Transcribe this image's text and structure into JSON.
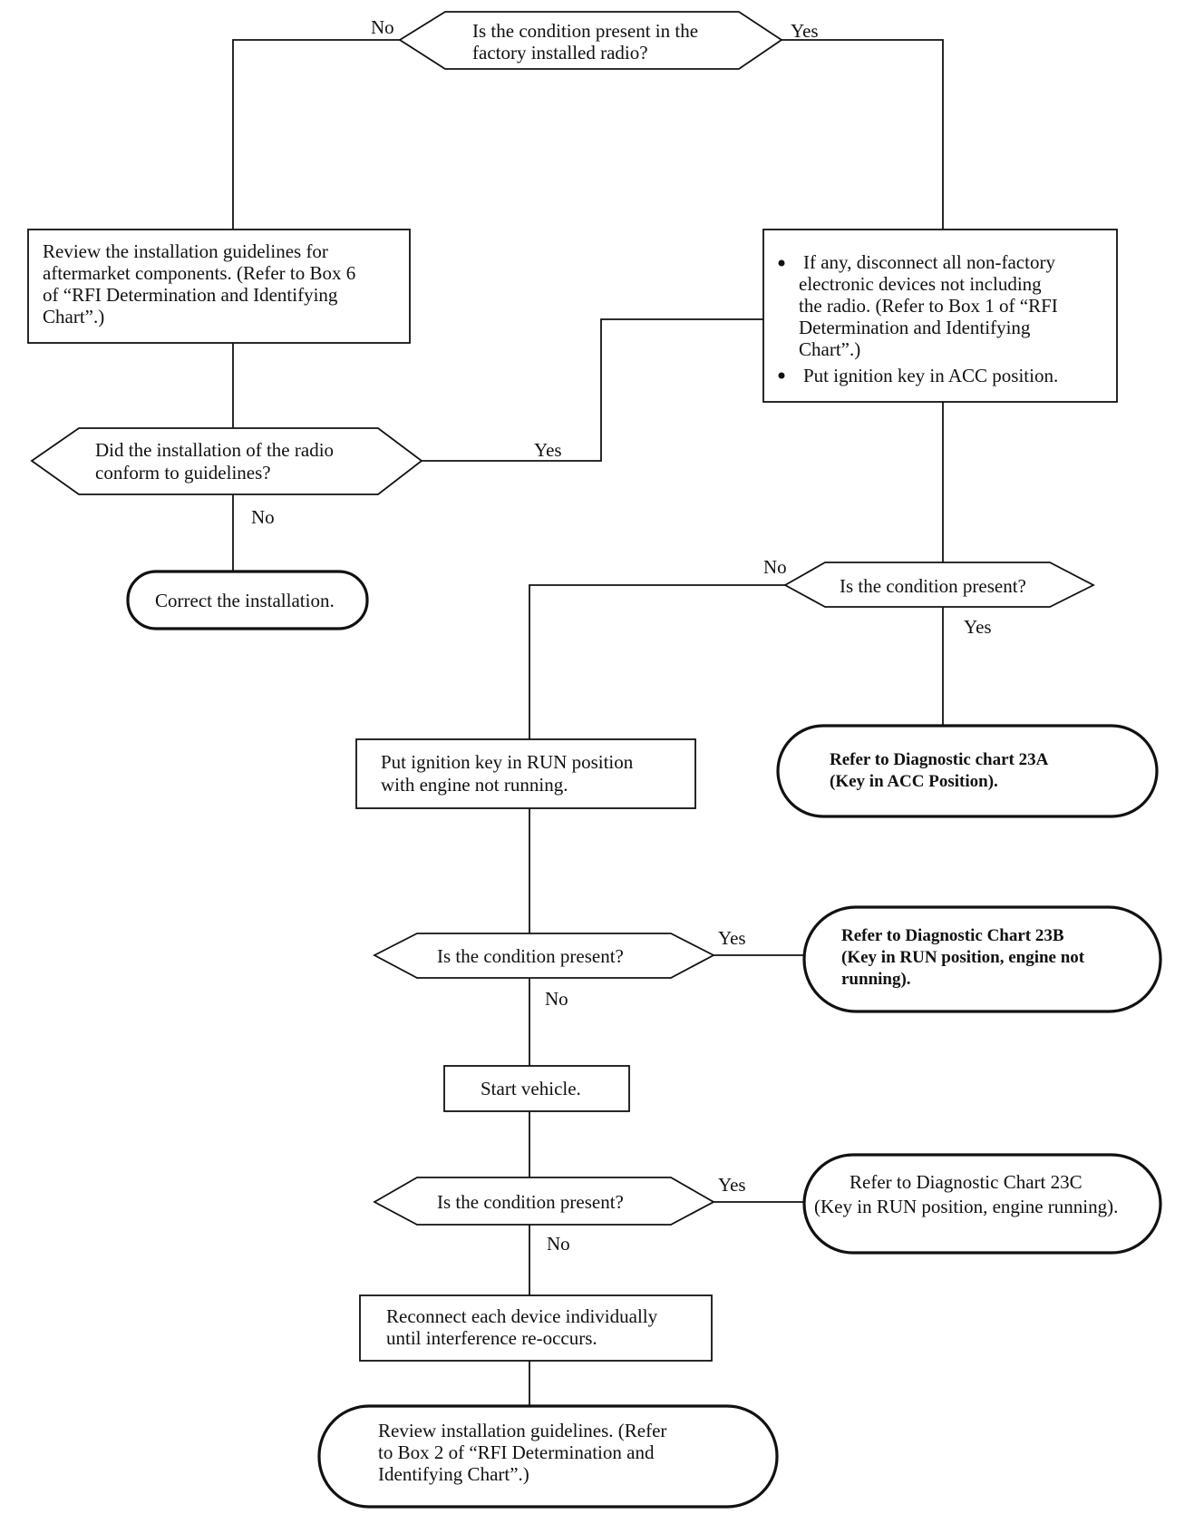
{
  "decisions": {
    "factory_radio": [
      "Is the condition present in the",
      "factory installed radio?"
    ],
    "conform": [
      "Did the installation of the radio",
      "conform to guidelines?"
    ],
    "present_acc": "Is the condition present?",
    "present_run": "Is the condition present?",
    "present_start": "Is the condition present?"
  },
  "labels": {
    "factory_no": "No",
    "factory_yes": "Yes",
    "conform_yes": "Yes",
    "conform_no": "No",
    "acc_no": "No",
    "acc_yes": "Yes",
    "run_yes": "Yes",
    "run_no": "No",
    "start_yes": "Yes",
    "start_no": "No"
  },
  "boxes": {
    "review_aftermarket": [
      "Review the installation guidelines for",
      "aftermarket components. (Refer to Box 6",
      "of “RFI Determination and Identifying",
      "Chart”.)"
    ],
    "disconnect": {
      "bullet1": [
        "If any, disconnect all non-factory",
        "electronic devices not including",
        "the radio. (Refer to Box 1 of “RFI",
        "Determination and Identifying",
        "Chart”.)"
      ],
      "bullet2": "Put ignition key in ACC position."
    },
    "key_run": [
      "Put ignition key in RUN position",
      "with engine not running."
    ],
    "start_vehicle": "Start vehicle.",
    "reconnect": [
      "Reconnect each device individually",
      "until interference re-occurs."
    ]
  },
  "terminals": {
    "correct_install": "Correct the installation.",
    "chart_23a": [
      "Refer to Diagnostic chart 23A",
      "(Key in ACC Position)."
    ],
    "chart_23b": [
      "Refer to Diagnostic Chart 23B",
      "(Key in RUN position, engine not",
      "running)."
    ],
    "chart_23c": [
      "Refer to Diagnostic Chart 23C",
      "(Key in RUN position, engine running)."
    ],
    "review_box2": [
      "Review installation guidelines. (Refer",
      "to Box 2 of “RFI Determination and",
      "Identifying Chart”.)"
    ]
  }
}
